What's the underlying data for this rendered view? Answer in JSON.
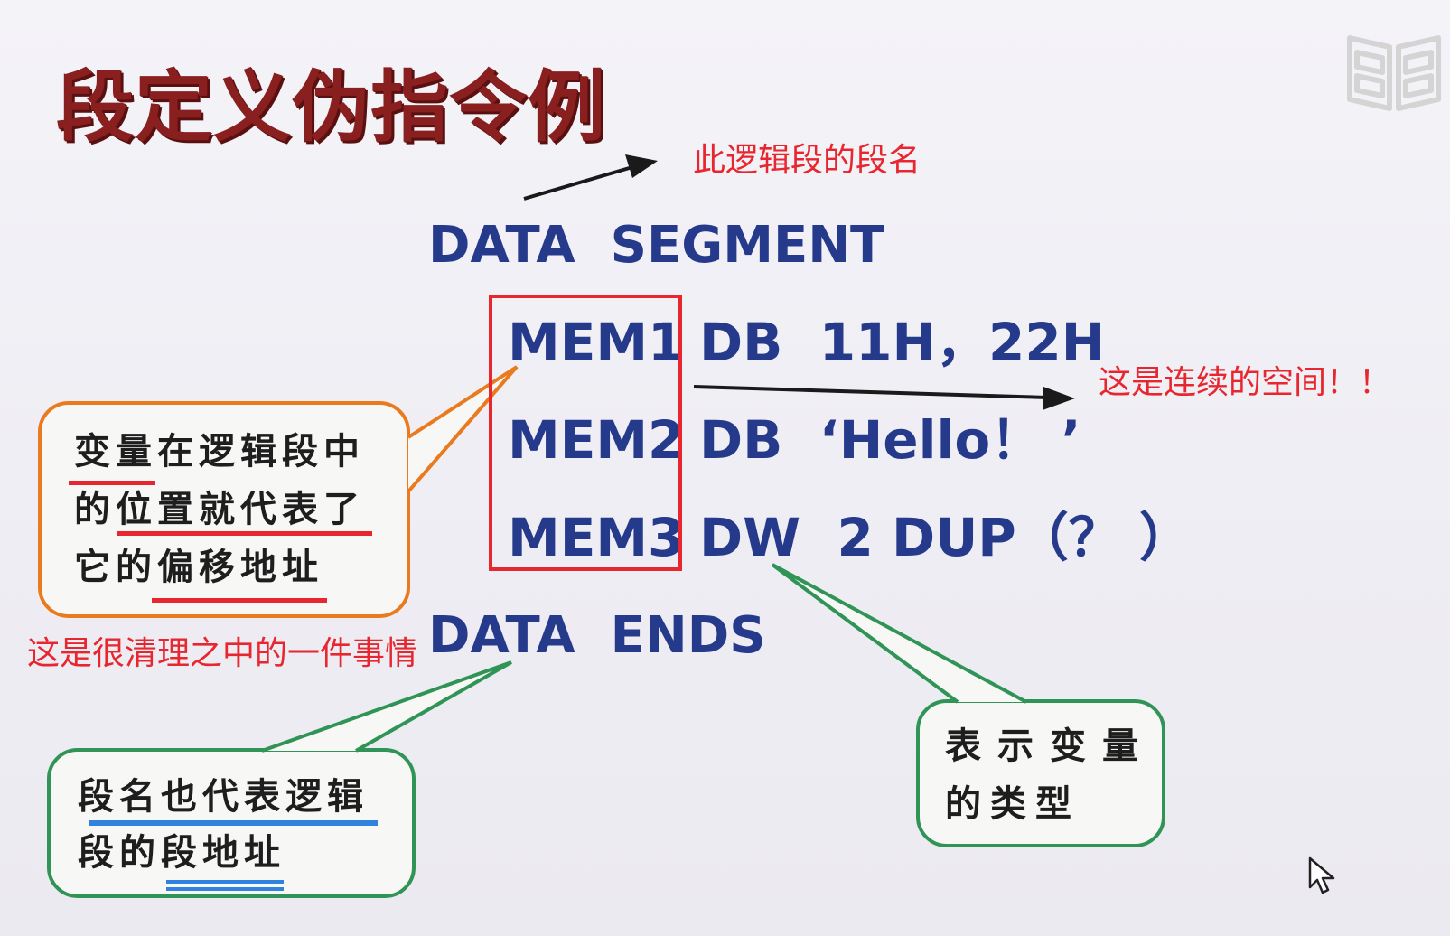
{
  "slide": {
    "title": "段定义伪指令例"
  },
  "code": {
    "line_segment": "DATA  SEGMENT",
    "mem1_name": "MEM1",
    "mem1_rest": "DB  11H，22H",
    "mem2_name": "MEM2",
    "mem2_rest": "DB  ‘Hello！ ’",
    "mem3_name": "MEM3",
    "mem3_rest": "DW  2 DUP（？ ）",
    "line_ends": "DATA  ENDS"
  },
  "annotations": {
    "segment_name_note": "此逻辑段的段名",
    "continuous_note": "这是连续的空间！！",
    "clear_note": "这是很清理之中的一件事情"
  },
  "bubbles": {
    "offset": {
      "line1": "变量在逻辑段中",
      "line2": "的位置就代表了",
      "line3": "它的偏移地址"
    },
    "segment_address": {
      "line1": "段名也代表逻辑",
      "line2": "段的段地址"
    },
    "type": {
      "line1": "表示变量",
      "line2": "的类型"
    }
  },
  "icons": {
    "logo": "book-logo-icon",
    "cursor": "mouse-cursor-icon"
  },
  "colors": {
    "title": "#8a1f1f",
    "code": "#253a8a",
    "annotation_red": "#e8262f",
    "bubble_orange": "#ea7a1e",
    "bubble_green": "#2f9455",
    "underline_blue": "#2f83df"
  }
}
